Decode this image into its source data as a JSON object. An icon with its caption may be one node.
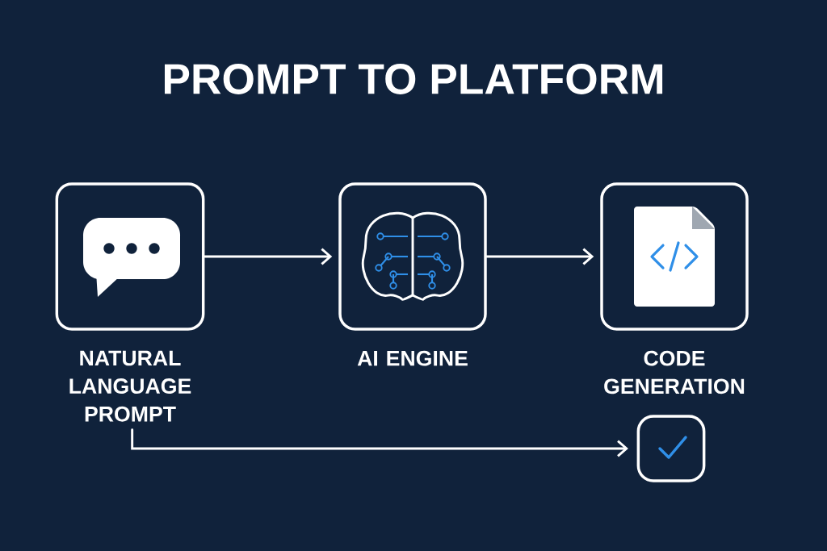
{
  "diagram": {
    "title": "PROMPT TO PLATFORM",
    "nodes": [
      {
        "text": [
          "NATURAL LANGUAGE PROMPT"
        ]
      },
      {
        "text": [
          "AI ENGINE"
        ]
      },
      {
        "text": [
          "CODE GENERATION"
        ]
      },
      {
        "text": [],
        "shape": "box"
      }
    ],
    "edges": [
      {
        "from": 0,
        "to": 1,
        "arrow": "to"
      },
      {
        "from": 1,
        "to": 2,
        "arrow": "to"
      },
      {
        "from": 0,
        "to": 3,
        "arrow": "to"
      }
    ]
  }
}
